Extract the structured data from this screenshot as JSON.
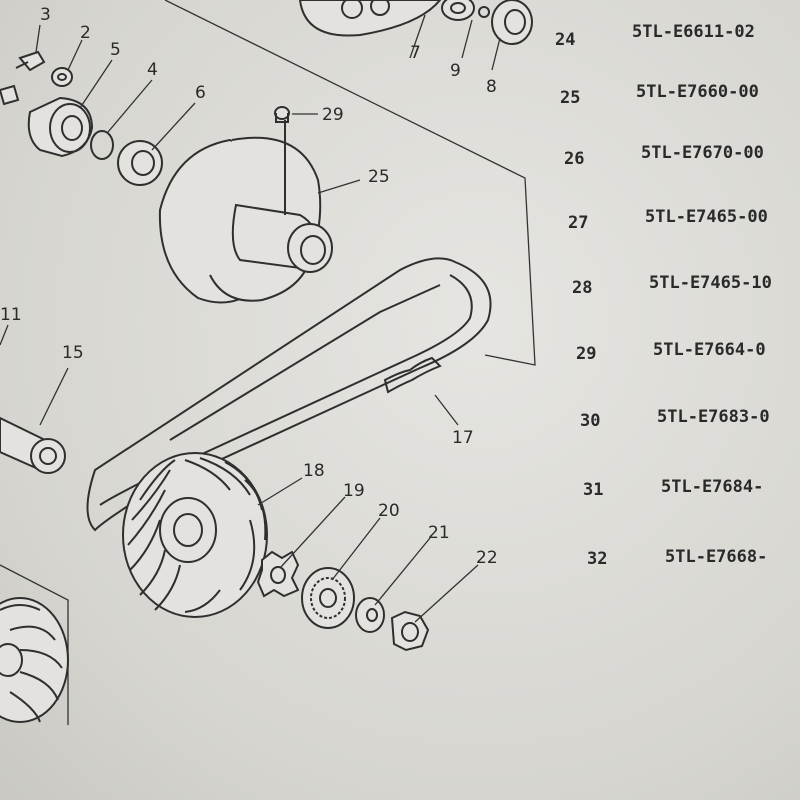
{
  "callouts": {
    "c2": "2",
    "c3": "3",
    "c4": "4",
    "c5": "5",
    "c6": "6",
    "c7": "7",
    "c8": "8",
    "c9": "9",
    "c11": "11",
    "c15": "15",
    "c17": "17",
    "c18": "18",
    "c19": "19",
    "c20": "20",
    "c21": "21",
    "c22": "22",
    "c25": "25",
    "c29": "29"
  },
  "parts_list": [
    {
      "ref": "24",
      "part_number": "5TL-E6611-02"
    },
    {
      "ref": "25",
      "part_number": "5TL-E7660-00"
    },
    {
      "ref": "26",
      "part_number": "5TL-E7670-00"
    },
    {
      "ref": "27",
      "part_number": "5TL-E7465-00"
    },
    {
      "ref": "28",
      "part_number": "5TL-E7465-10"
    },
    {
      "ref": "29",
      "part_number": "5TL-E7664-0"
    },
    {
      "ref": "30",
      "part_number": "5TL-E7683-0"
    },
    {
      "ref": "31",
      "part_number": "5TL-E7684-"
    },
    {
      "ref": "32",
      "part_number": "5TL-E7668-"
    }
  ],
  "colors": {
    "paper": "#e3e2de",
    "ink": "#2f2f2f"
  }
}
